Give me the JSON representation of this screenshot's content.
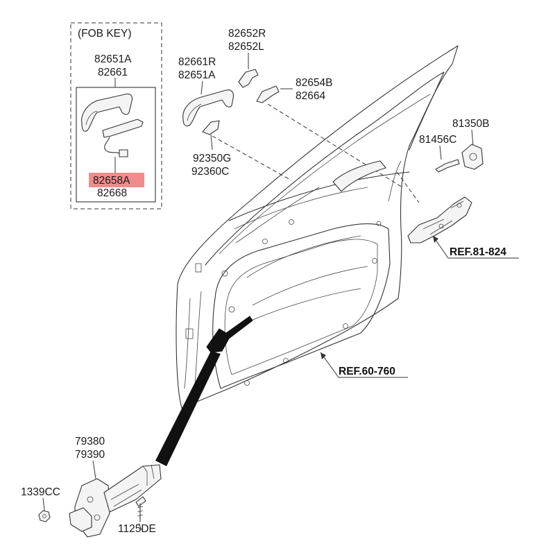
{
  "fob_box": {
    "title": "(FOB KEY)"
  },
  "labels": {
    "p82651A": "82651A",
    "p82661": "82661",
    "p82658A": "82658A",
    "p82668": "82668",
    "p82652R": "82652R",
    "p82652L": "82652L",
    "p82661R": "82661R",
    "p82651A_b": "82651A",
    "p82654B": "82654B",
    "p82664": "82664",
    "p92350G": "92350G",
    "p92360C": "92360C",
    "p81350B": "81350B",
    "p81456C": "81456C",
    "ref81": "REF.81-824",
    "ref60": "REF.60-760",
    "p79380": "79380",
    "p79390": "79390",
    "p1339CC": "1339CC",
    "p1125DE": "1125DE"
  },
  "highlight": {
    "part": "82658A",
    "color": "#f08080"
  }
}
